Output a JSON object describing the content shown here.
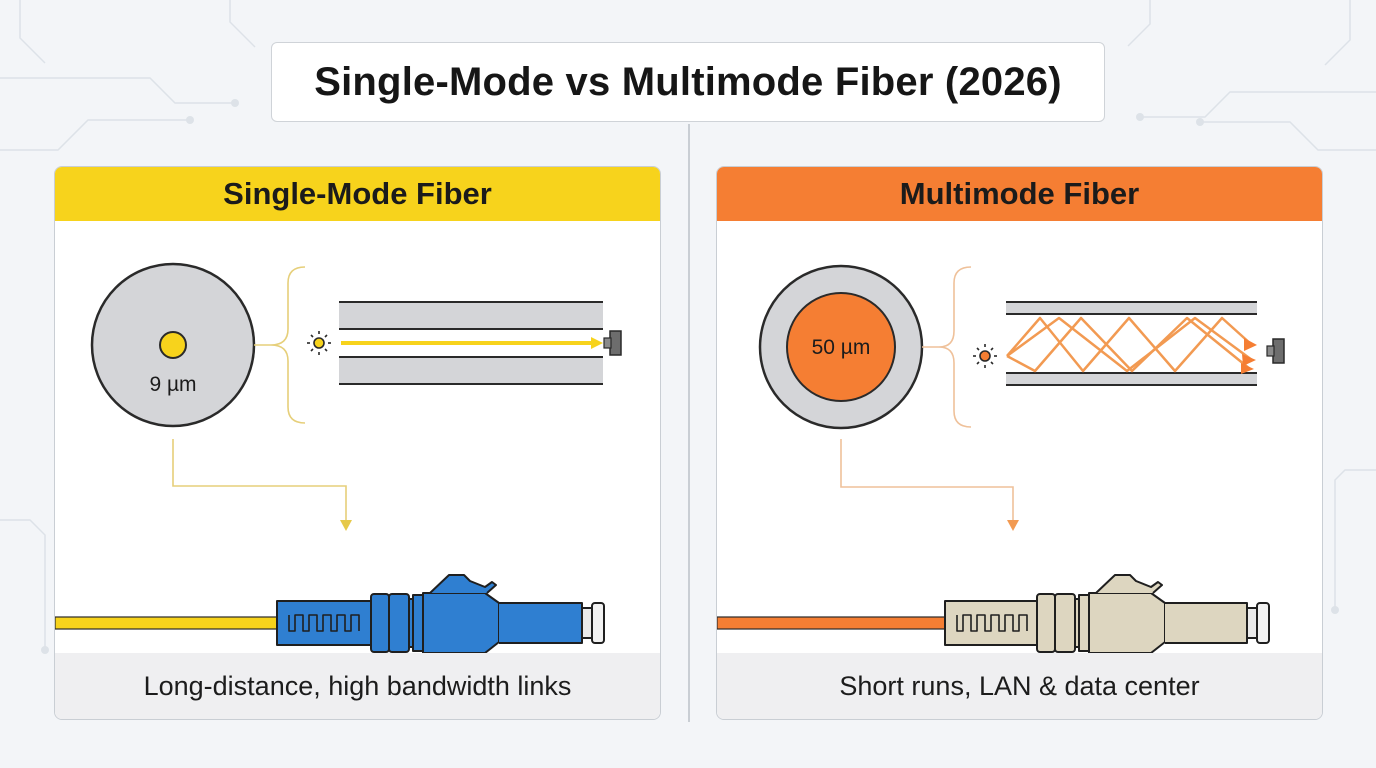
{
  "title": "Single-Mode vs Multimode Fiber (2026)",
  "colors": {
    "single_mode_accent": "#f7d31c",
    "multimode_accent": "#f57e33",
    "single_mode_connector": "#2f7fd1",
    "multimode_connector": "#ddd6c0",
    "cladding_gray": "#d4d5d8"
  },
  "panels": {
    "single_mode": {
      "header": "Single-Mode Fiber",
      "core_label": "9 µm",
      "footer": "Long-distance, high bandwidth links",
      "icons": [
        "fiber-cross-section-icon",
        "light-source-icon",
        "detector-icon",
        "sc-connector-icon"
      ]
    },
    "multimode": {
      "header": "Multimode Fiber",
      "core_label": "50 µm",
      "footer": "Short runs, LAN & data center",
      "icons": [
        "fiber-cross-section-icon",
        "light-source-icon",
        "detector-icon",
        "sc-connector-icon"
      ]
    }
  }
}
